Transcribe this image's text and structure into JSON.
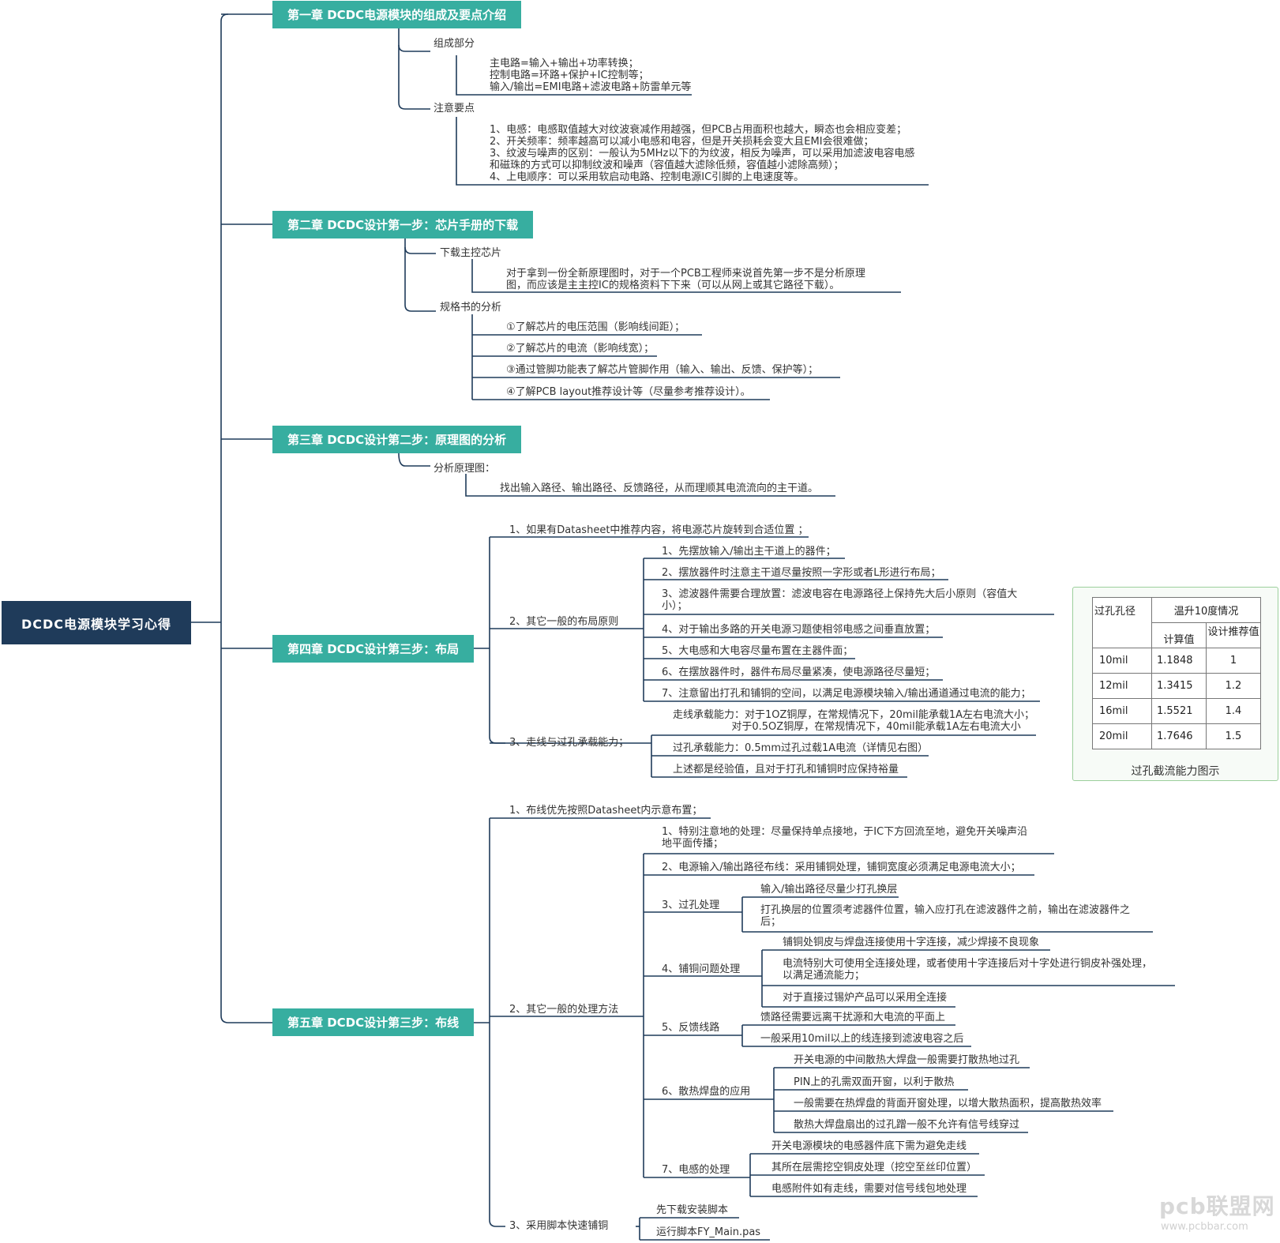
{
  "root": {
    "label": "DCDC电源模块学习心得"
  },
  "chapters": [
    {
      "label": "第一章 DCDC电源模块的组成及要点介绍"
    },
    {
      "label": "第二章 DCDC设计第一步：芯片手册的下载"
    },
    {
      "label": "第三章 DCDC设计第二步：原理图的分析"
    },
    {
      "label": "第四章 DCDC设计第三步：布局"
    },
    {
      "label": "第五章 DCDC设计第三步：布线"
    }
  ],
  "nodes": [
    "组成部分",
    "主电路=输入+输出+功率转换；\n控制电路=环路+保护+IC控制等；\n输入/输出=EMI电路+滤波电路+防雷单元等",
    "注意要点",
    "1、电感：电感取值越大对纹波衰减作用越强，但PCB占用面积也越大，瞬态也会相应变差；\n2、开关频率：频率越高可以减小电感和电容，但是开关损耗会变大且EMI会很难做；\n3、纹波与噪声的区别：一般认为5MHz以下的为纹波，相反为噪声，可以采用加滤波电容电感\n和磁珠的方式可以抑制纹波和噪声（容值越大滤除低频，容值越小滤除高频）；\n4、上电顺序：可以采用软启动电路、控制电源IC引脚的上电速度等。",
    "下载主控芯片",
    "对于拿到一份全新原理图时，对于一个PCB工程师来说首先第一步不是分析原理\n图，而应该是主主控IC的规格资料下下来（可以从网上或其它路径下载）。",
    "规格书的分析",
    "①了解芯片的电压范围（影响线间距）；",
    "②了解芯片的电流（影响线宽）；",
    "③通过管脚功能表了解芯片管脚作用（输入、输出、反馈、保护等）；",
    "④了解PCB layout推荐设计等（尽量参考推荐设计）。",
    "分析原理图：",
    "找出输入路径、输出路径、反馈路径，从而理顺其电流流向的主干道。",
    "1、如果有Datasheet中推荐内容，将电源芯片旋转到合适位置 ；",
    "2、其它一般的布局原则",
    "1、先摆放输入/输出主干道上的器件；",
    "2、摆放器件时注意主干道尽量按照一字形或者L形进行布局；",
    "3、滤波器件需要合理放置：滤波电容在电源路径上保持先大后小原则（容值大\n小）；",
    "4、对于输出多路的开关电源习题使相邻电感之间垂直放置；",
    "5、大电感和大电容尽量布置在主器件面；",
    "6、在摆放器件时，器件布局尽量紧凑，使电源路径尽量短；",
    "7、注意留出打孔和铺铜的空间，以满足电源模块输入/输出通道通过电流的能力；",
    "3、走线与过孔承载能力；",
    "走线承载能力：对于1OZ铜厚，在常规情况下，20mil能承载1A左右电流大小；\n                  对于0.5OZ铜厚，在常规情况下，40mil能承载1A左右电流大小",
    "过孔承载能力：0.5mm过孔过载1A电流（详情见右图）",
    "上述都是经验值，且对于打孔和铺铜时应保持裕量",
    "1、布线优先按照Datasheet内示意布置；",
    "2、其它一般的处理方法",
    "1、特别注意地的处理：尽量保持单点接地，于IC下方回流至地，避免开关噪声沿\n地平面传播；",
    "2、电源输入/输出路径布线：采用铺铜处理，铺铜宽度必须满足电源电流大小；",
    "3、过孔处理",
    "输入/输出路径尽量少打孔换层",
    "打孔换层的位置须考滤器件位置，输入应打孔在滤波器件之前，输出在滤波器件之\n后；",
    "4、铺铜问题处理",
    "铺铜处铜皮与焊盘连接使用十字连接，减少焊接不良现象",
    "电流特别大可使用全连接处理，或者使用十字连接后对十字处进行铜皮补强处理，\n以满足通流能力；",
    "对于直接过锡炉产品可以采用全连接",
    "5、反馈线路",
    "馈路径需要远离干扰源和大电流的平面上",
    "一般采用10mil以上的线连接到滤波电容之后",
    "6、散热焊盘的应用",
    "开关电源的中间散热大焊盘一般需要打散热地过孔",
    "PIN上的孔需双面开窗，以利于散热",
    "一般需要在热焊盘的背面开窗处理，以增大散热面积，提高散热效率",
    "散热大焊盘扇出的过孔蹭一般不允许有信号线穿过",
    "7、电感的处理",
    "开关电源模块的电感器件底下需为避免走线",
    "其所在层需挖空铜皮处理（挖空至丝印位置）",
    "电感附件如有走线，需要对信号线包地处理",
    "3、采用脚本快速铺铜",
    "先下载安装脚本",
    "运行脚本FY_Main.pas"
  ],
  "via_table": {
    "header": [
      "过孔孔径",
      "温升10度情况",
      "计算值",
      "设计推荐值"
    ],
    "rows": [
      [
        "10mil",
        "1.1848",
        "1"
      ],
      [
        "12mil",
        "1.3415",
        "1.2"
      ],
      [
        "16mil",
        "1.5521",
        "1.4"
      ],
      [
        "20mil",
        "1.7646",
        "1.5"
      ]
    ],
    "caption": "过孔截流能力图示"
  },
  "watermark": {
    "brand": "pcb联盟网",
    "url": "www.pcbbar.com"
  },
  "colors": {
    "root": "#1f3b5a",
    "chapter": "#37aea0",
    "line": "#1f3b5a",
    "table_border": "#9ccf9c"
  }
}
